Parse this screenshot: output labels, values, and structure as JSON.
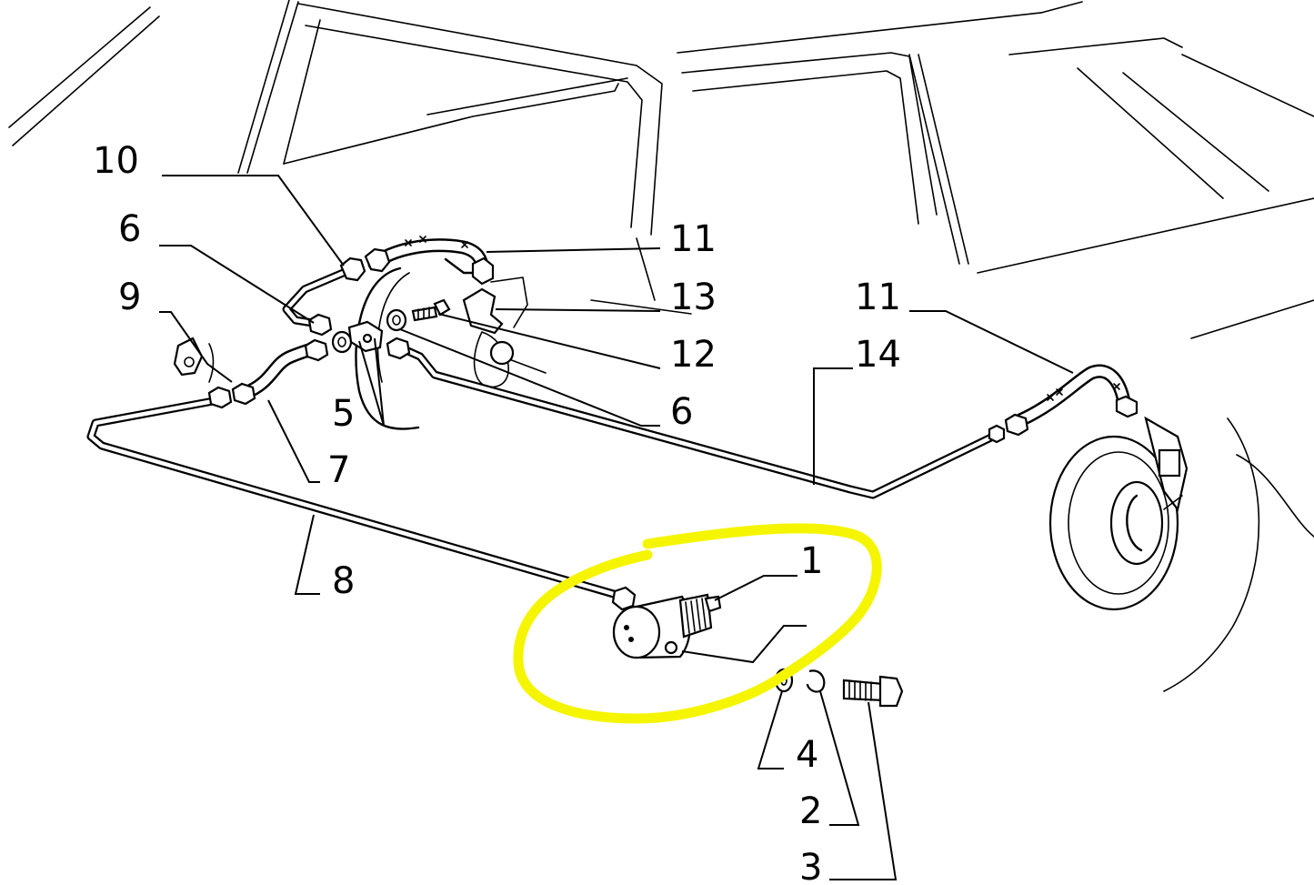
{
  "callouts": {
    "c10": "10",
    "c6a": "6",
    "c9": "9",
    "c11a": "11",
    "c13": "13",
    "c12": "12",
    "c6b": "6",
    "c5": "5",
    "c7": "7",
    "c11b": "11",
    "c14": "14",
    "c8": "8",
    "c1": "1",
    "c4": "4",
    "c2": "2",
    "c3": "3"
  },
  "highlight": {
    "color": "#f5f500",
    "target_part": "1"
  },
  "line_color": "#000000"
}
